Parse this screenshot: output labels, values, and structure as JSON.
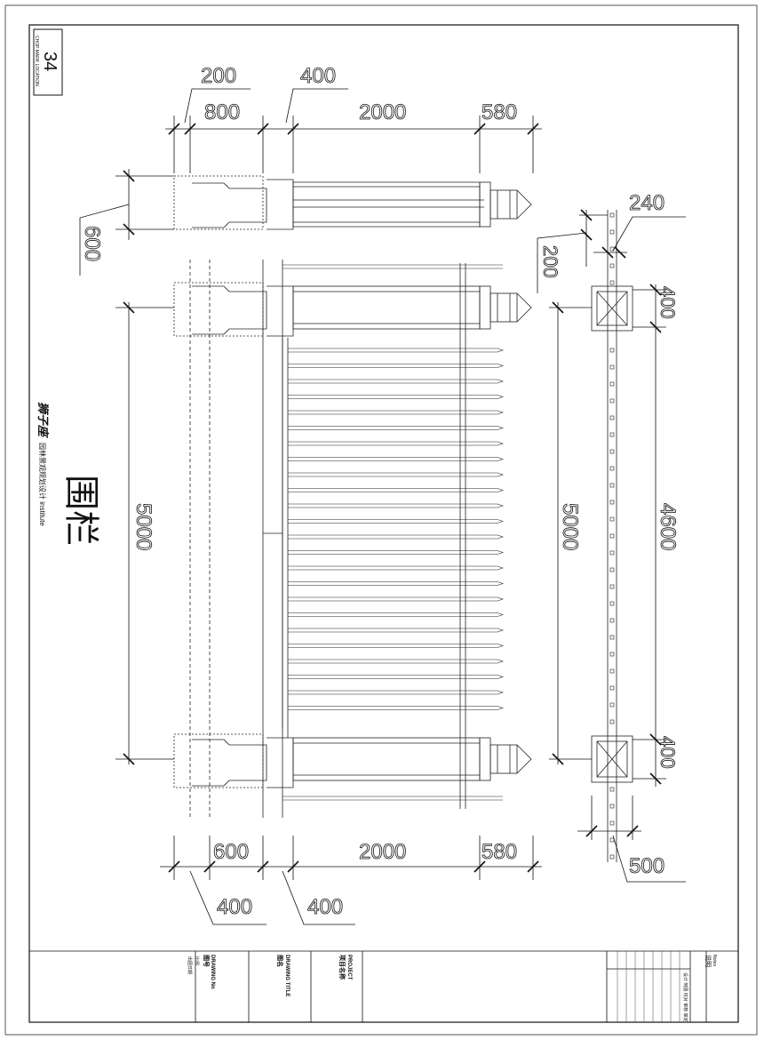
{
  "sheet": {
    "number": "34",
    "chop_label": "CHOP MARK LOCATION",
    "company": "狮子座",
    "company_sub": "园林景观规划设计 institute",
    "main_title": "围栏"
  },
  "title_block": {
    "drawing_no_en": "DRAWING No",
    "drawing_no_cn": "图号",
    "drawing_title_en": "DRAWING TITLE",
    "drawing_title_cn": "图名",
    "project_en": "PROJECT",
    "project_cn": "项目名称",
    "notes_en": "Notes",
    "notes_cn": "说明",
    "scale_label": "比例",
    "date_label": "出图日期",
    "roles": "设计 制图 校对 审核 审定"
  },
  "dimensions": {
    "top_row1": [
      "200",
      "400"
    ],
    "top_row2": [
      "800",
      "2000",
      "580"
    ],
    "post_height": "600",
    "span_elev_left": "5000",
    "span_plan_mid": "5000",
    "span_plan_right": "4600",
    "plan_240": "240",
    "plan_200": "200",
    "plan_400_top": "400",
    "plan_400_bottom": "400",
    "plan_500": "500",
    "bottom_row1": [
      "600",
      "2000",
      "580"
    ],
    "bottom_row2": [
      "400",
      "400"
    ]
  }
}
